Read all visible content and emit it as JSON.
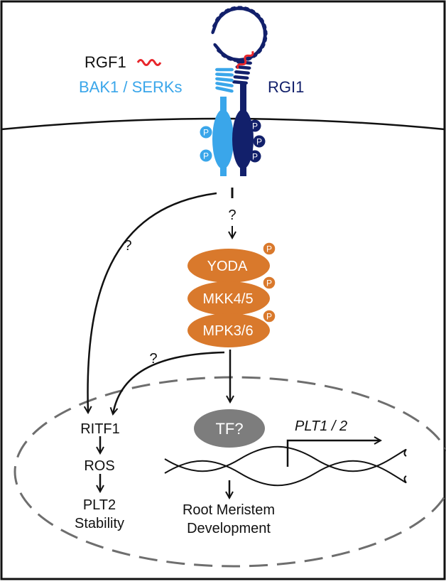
{
  "labels": {
    "ligand": "RGF1",
    "coreceptor": "BAK1 / SERKs",
    "receptor": "RGI1",
    "q1": "?",
    "q2": "?",
    "q3": "?",
    "kinase1": "YODA",
    "kinase2": "MKK4/5",
    "kinase3": "MPK3/6",
    "phospho": "P",
    "tf": "TF?",
    "gene": "PLT1 / 2",
    "ritf": "RITF1",
    "ros": "ROS",
    "plt2_line1": "PLT2",
    "plt2_line2": "Stability",
    "root_line1": "Root Meristem",
    "root_line2": "Development"
  },
  "colors": {
    "light_blue": "#3aa6ea",
    "dark_blue": "#12206b",
    "orange": "#d9792c",
    "gray": "#7d7d7d",
    "red": "#e8262b",
    "line": "#111111",
    "dash": "#6e6e6e"
  }
}
